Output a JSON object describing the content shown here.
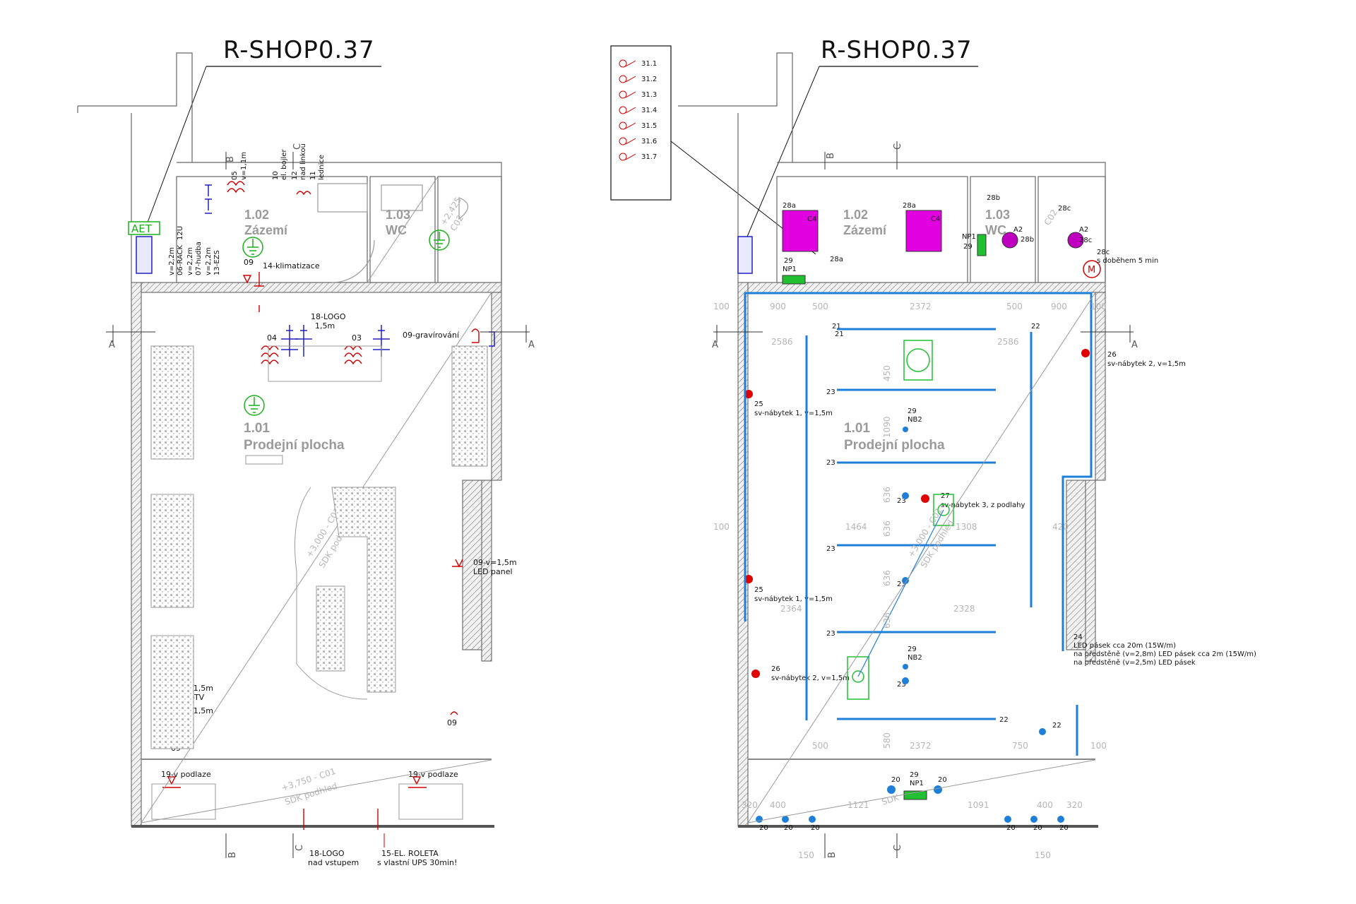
{
  "colors": {
    "wall": "#555555",
    "hatch": "#bdbdbd",
    "light": "#d00000",
    "socket": "#2020c0",
    "ground": "#18b018",
    "blue_line": "#1e7fd8",
    "magenta": "#e000e0",
    "fixture_red": "#e00000",
    "green": "#20c030"
  },
  "left_plan": {
    "title": "R-SHOP0.37",
    "aet_label": "AET",
    "rooms": [
      {
        "number": "1.02",
        "name": "Zázemí"
      },
      {
        "number": "1.03",
        "name": "WC"
      },
      {
        "number": "1.01",
        "name": "Prodejní plocha"
      }
    ],
    "vertical_labels": [
      "05",
      "v=1,1m",
      "10",
      "el. bojler",
      "12",
      "nad linkou",
      "11",
      "lednice",
      "12U",
      "v=2,2m",
      "06-RACK",
      "v=2,2m",
      "07-hudba",
      "v=2,2m",
      "13-EZS"
    ],
    "labels": {
      "klimatizace": "14-klimatizace",
      "n09_top": "09",
      "logo": "18-LOGO",
      "logo_h": "1,5m",
      "n04": "04",
      "n03": "03",
      "gravirovani": "09-gravírování",
      "led_panel_1": "09-v=1,5m",
      "led_panel_2": "LED panel",
      "tv_1": "v=1,5m",
      "tv_2": "08-TV",
      "tv_3": "v=1,5m",
      "n09_left": "09",
      "n09_right": "09",
      "floor_1": "19-v podlaze",
      "floor_2": "19-v podlaze",
      "ceiling_1": "+3,750 - C01",
      "ceiling_2": "SDK podhled",
      "ceiling_3": "+3,000 - C01",
      "ceiling_4": "SDK podhled",
      "wc_ceiling": "+2,425",
      "wc_ceiling_2": "C02",
      "logo_bottom_1": "18-LOGO",
      "logo_bottom_2": "nad vstupem",
      "roleta_1": "15-EL. ROLETA",
      "roleta_2": "s vlastní UPS 30min!"
    },
    "section_marks": [
      "A",
      "A",
      "B",
      "B",
      "C",
      "C"
    ]
  },
  "right_plan": {
    "title": "R-SHOP0.37",
    "legend_items": [
      "31.1",
      "31.2",
      "31.3",
      "31.4",
      "31.5",
      "31.6",
      "31.7"
    ],
    "rooms": [
      {
        "number": "1.02",
        "name": "Zázemí"
      },
      {
        "number": "1.03",
        "name": "WC"
      },
      {
        "number": "1.01",
        "name": "Prodejní plocha"
      }
    ],
    "labels": {
      "c4_a": "C4",
      "c4_b": "C4",
      "n28a_1": "28a",
      "n28a_2": "28a",
      "n28a_3": "28a",
      "n28b_1": "28b",
      "n28b_2": "28b",
      "n28c_1": "28c",
      "n28c_2": "28c",
      "n28c_3": "28c",
      "a2_1": "A2",
      "a2_2": "A2",
      "np1_1": "29",
      "np1_1b": "NP1",
      "np1_2": "NP1",
      "np1_2b": "29",
      "m_label": "M",
      "dobeh": "s doběhem 5 min",
      "n21_a": "21",
      "n21_b": "21",
      "n22_a": "22",
      "n22_b": "22",
      "n22_c": "22",
      "n23": "23",
      "n24": "24",
      "led_1": "LED pásek cca 20m (15W/m)",
      "led_2": "na předstěně (v=2,8m) LED pásek cca 2m (15W/m)",
      "led_3": "na předstěně (v=2,5m) LED pásek",
      "n25_a": "25",
      "sv25_a": "sv-nábytek 1, v=1,5m",
      "n25_b": "25",
      "sv25_b": "sv-nábytek 1, v=1,5m",
      "n26_a": "26",
      "sv26_a": "sv-nábytek 2, v=1,5m",
      "n26_b": "26",
      "sv26_b": "sv-nábytek 2, v=1,5m",
      "n27": "27",
      "sv27": "sv-nábytek 3, z podlahy",
      "nb2_a_num": "29",
      "nb2_a": "NB2",
      "nb2_b_num": "29",
      "nb2_b": "NB2",
      "np1_bottom_num": "29",
      "np1_bottom": "NP1",
      "n20": "20",
      "ceiling_1": "+3,000 - C01",
      "ceiling_2": "SDK podhled",
      "ceiling_3": "SDK",
      "c02": "C02"
    },
    "dimensions": [
      "100",
      "900",
      "500",
      "2372",
      "500",
      "900",
      "100",
      "2586",
      "2586",
      "1464",
      "1308",
      "100",
      "420",
      "2328",
      "2364",
      "500",
      "2372",
      "750",
      "100",
      "320",
      "400",
      "1121",
      "1091",
      "400",
      "320",
      "150",
      "150",
      "636",
      "636",
      "636",
      "636",
      "1090",
      "580",
      "450"
    ],
    "section_marks": [
      "A",
      "A",
      "B",
      "B",
      "C",
      "C"
    ]
  }
}
